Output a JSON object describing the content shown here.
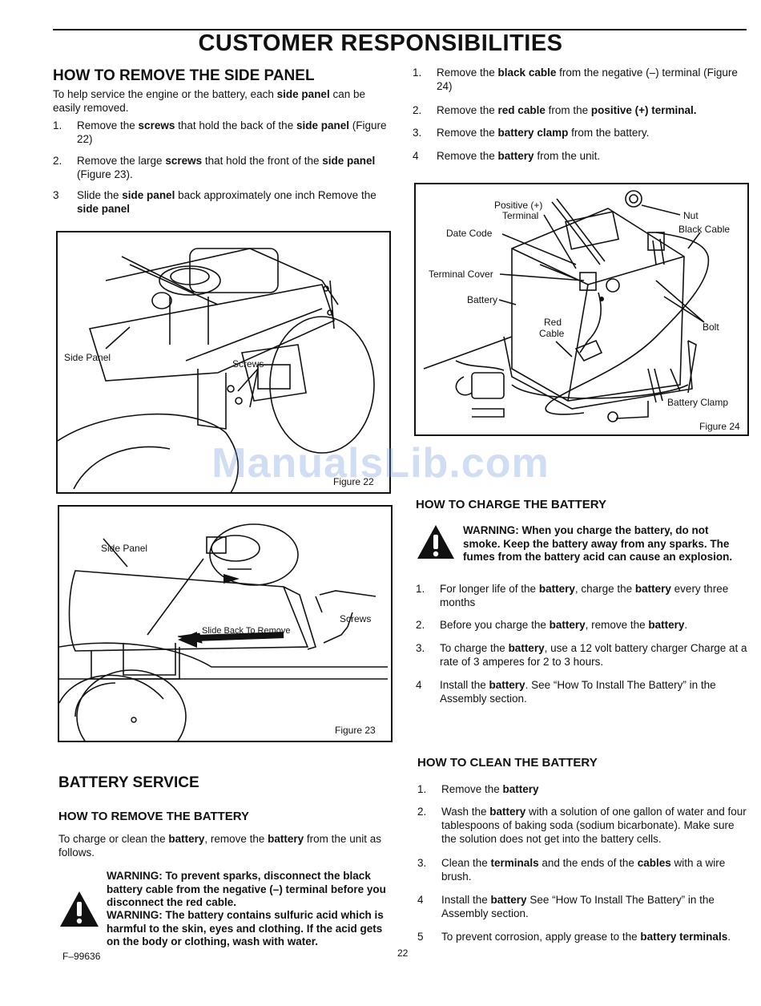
{
  "page_title": "CUSTOMER RESPONSIBILITIES",
  "side_panel": {
    "heading": "HOW TO REMOVE THE SIDE PANEL",
    "intro": [
      "To help service the engine or the battery, each ",
      "side panel",
      " can be easily removed."
    ],
    "steps": [
      {
        "num": "1.",
        "parts": [
          "Remove the ",
          "screws",
          " that hold the back of the ",
          "side panel",
          " (Figure 22)"
        ]
      },
      {
        "num": "2.",
        "parts": [
          "Remove the large ",
          "screws",
          " that hold the front of the ",
          "side panel",
          " (Figure 23)."
        ]
      },
      {
        "num": "3",
        "parts": [
          "Slide the ",
          "side panel",
          " back approximately one inch Remove the ",
          "side panel",
          ""
        ]
      }
    ]
  },
  "figure22": {
    "caption": "Figure 22",
    "side_panel": "Side Panel",
    "screws": "Screws"
  },
  "figure23": {
    "caption": "Figure 23",
    "side_panel": "Side Panel",
    "slide_back": "Slide Back To Remove",
    "screws": "Screws"
  },
  "remove_battery_steps": [
    {
      "num": "1.",
      "parts": [
        "Remove the ",
        "black cable",
        " from the negative (–) terminal (Figure 24)"
      ]
    },
    {
      "num": "2.",
      "parts": [
        "Remove the ",
        "red cable",
        " from the ",
        "positive (+) terminal.",
        ""
      ]
    },
    {
      "num": "3.",
      "parts": [
        "Remove the ",
        "battery clamp",
        " from the battery."
      ]
    },
    {
      "num": "4",
      "parts": [
        "Remove the ",
        "battery",
        " from the unit."
      ]
    }
  ],
  "figure24": {
    "caption": "Figure 24",
    "positive": "Positive (+)",
    "terminal": "Terminal",
    "nut": "Nut",
    "black_cable": "Black Cable",
    "date_code": "Date Code",
    "terminal_cover": "Terminal Cover",
    "battery": "Battery",
    "red": "Red",
    "cable": "Cable",
    "bolt": "Bolt",
    "battery_clamp": "Battery Clamp"
  },
  "watermark": "ManualsLib.com",
  "charge": {
    "heading": "HOW TO CHARGE THE BATTERY",
    "warning": "WARNING: When you charge the battery, do not smoke. Keep the battery away from any sparks. The fumes from the battery acid can cause an explosion.",
    "steps": [
      {
        "num": "1.",
        "parts": [
          "For longer life of the ",
          "battery",
          ", charge the ",
          "battery",
          " every three months"
        ]
      },
      {
        "num": "2.",
        "parts": [
          "Before you charge the ",
          "battery",
          ", remove the ",
          "battery",
          "."
        ]
      },
      {
        "num": "3.",
        "parts": [
          "To charge the ",
          "battery",
          ", use a 12 volt battery charger Charge at a rate of 3 amperes for 2 to 3 hours."
        ]
      },
      {
        "num": "4",
        "parts": [
          "Install the ",
          "battery",
          ". See “How To Install The Battery” in the Assembly section."
        ]
      }
    ]
  },
  "battery_service": {
    "heading": "BATTERY SERVICE",
    "subheading": "HOW TO REMOVE THE BATTERY",
    "intro": [
      "To charge or clean the ",
      "battery",
      ", remove the ",
      "battery",
      " from the unit as follows."
    ],
    "warning1": "WARNING: To prevent sparks, disconnect the black battery cable from the negative (–) terminal before you disconnect the red cable.",
    "warning2": "WARNING: The battery contains sulfuric acid which is harmful to the skin, eyes and clothing. If the acid gets on the body or clothing, wash with water."
  },
  "clean": {
    "heading": "HOW TO CLEAN THE BATTERY",
    "steps": [
      {
        "num": "1.",
        "parts": [
          "Remove the ",
          "battery",
          ""
        ]
      },
      {
        "num": "2.",
        "parts": [
          "Wash the ",
          "battery",
          " with a solution of one gallon of water and four tablespoons of baking soda (sodium bicarbonate). Make sure the solution does not get into the battery cells."
        ]
      },
      {
        "num": "3.",
        "parts": [
          "Clean the ",
          "terminals",
          " and the ends of the ",
          "cables",
          " with a wire brush."
        ]
      },
      {
        "num": "4",
        "parts": [
          "Install the ",
          "battery",
          " See “How To Install The Battery” in the Assembly section."
        ]
      },
      {
        "num": "5",
        "parts": [
          "To prevent corrosion, apply grease to the ",
          "battery terminals",
          "."
        ]
      }
    ]
  },
  "footer": {
    "code": "F–99636",
    "page": "22"
  }
}
